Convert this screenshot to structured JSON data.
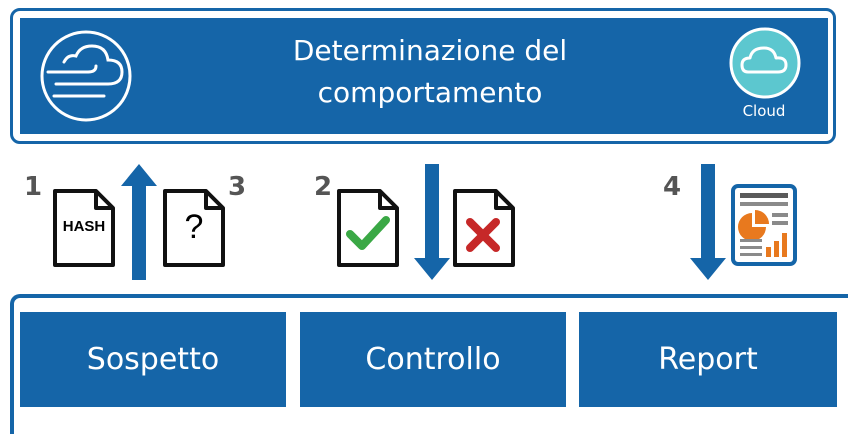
{
  "header": {
    "title_line1": "Determinazione del",
    "title_line2": "comportamento",
    "cloud_label": "Cloud"
  },
  "steps": {
    "one": "1",
    "two": "2",
    "three": "3",
    "four": "4"
  },
  "docs": {
    "hash": "HASH",
    "question": "?"
  },
  "boxes": [
    {
      "label": "Sospetto"
    },
    {
      "label": "Controllo"
    },
    {
      "label": "Report"
    }
  ],
  "colors": {
    "brand_blue": "#1565a8",
    "check_green": "#3aa845",
    "cross_red": "#c62828",
    "chart_orange": "#e8791e",
    "cloud_teal": "#5cc7cf"
  }
}
